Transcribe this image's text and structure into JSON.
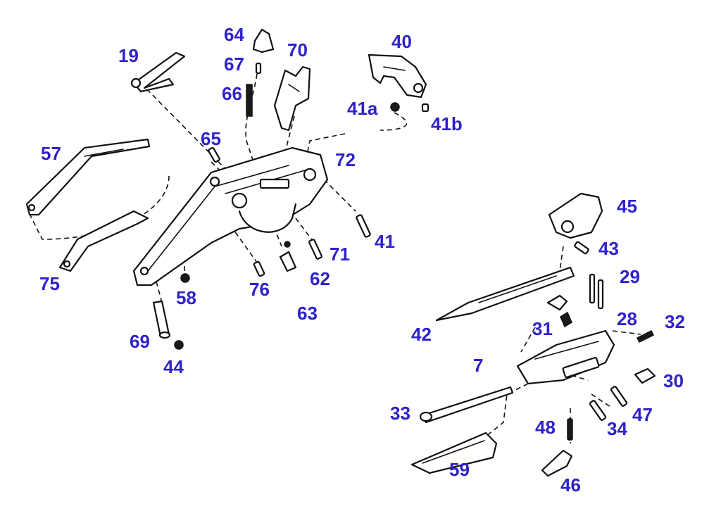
{
  "callouts": {
    "c19": "19",
    "c64": "64",
    "c67": "67",
    "c66": "66",
    "c70": "70",
    "c40": "40",
    "c41a": "41a",
    "c41b": "41b",
    "c57": "57",
    "c65": "65",
    "c72": "72",
    "c75": "75",
    "c58": "58",
    "c76": "76",
    "c62": "62",
    "c71": "71",
    "c63": "63",
    "c41": "41",
    "c69": "69",
    "c44": "44",
    "c45": "45",
    "c43": "43",
    "c29": "29",
    "c28": "28",
    "c42": "42",
    "c31": "31",
    "c32": "32",
    "c7": "7",
    "c30": "30",
    "c33": "33",
    "c47": "47",
    "c34": "34",
    "c48": "48",
    "c59": "59",
    "c46": "46"
  },
  "colors": {
    "callout_text": "#2e22c9",
    "line_art": "#111111",
    "background": "#ffffff"
  }
}
